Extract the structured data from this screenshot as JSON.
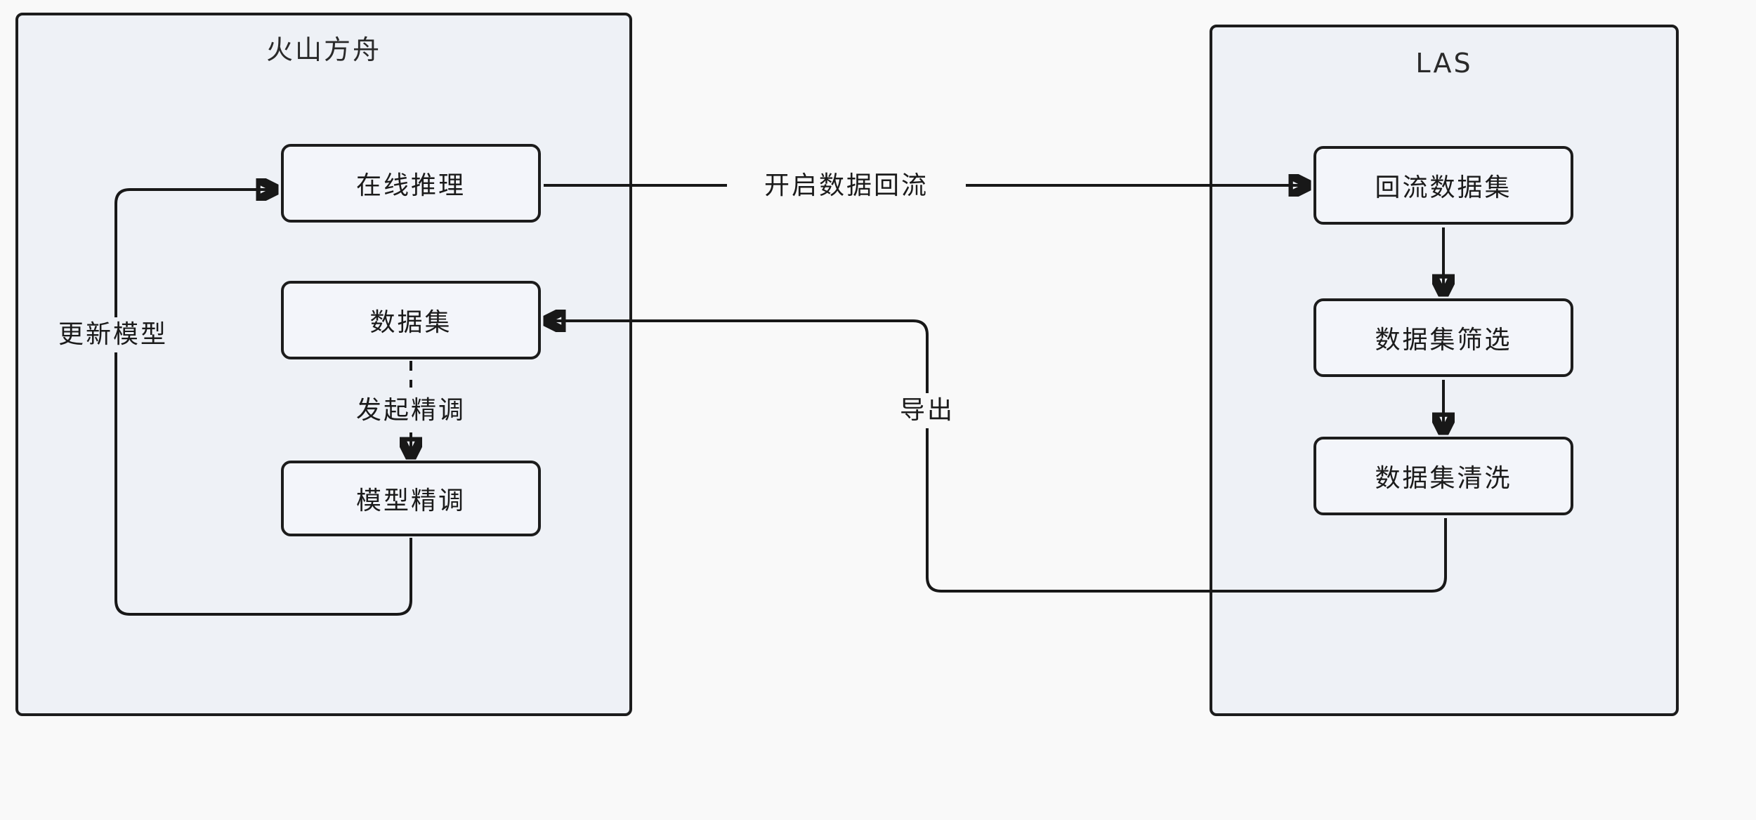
{
  "diagram": {
    "left_container": {
      "title": "火山方舟",
      "boxes": {
        "online_inference": "在线推理",
        "dataset": "数据集",
        "model_finetune": "模型精调"
      },
      "edge_labels": {
        "initiate_finetune": "发起精调",
        "update_model": "更新模型"
      }
    },
    "right_container": {
      "title": "LAS",
      "boxes": {
        "backflow_dataset": "回流数据集",
        "dataset_filter": "数据集筛选",
        "dataset_clean": "数据集清洗"
      }
    },
    "cross_edge_labels": {
      "enable_backflow": "开启数据回流",
      "export": "导出"
    },
    "colors": {
      "line": "#181818",
      "container_bg": "#eef1f6",
      "node_bg": "#f3f5fa",
      "page_bg": "#f9f9f9",
      "border": "#1c1c1c"
    }
  }
}
